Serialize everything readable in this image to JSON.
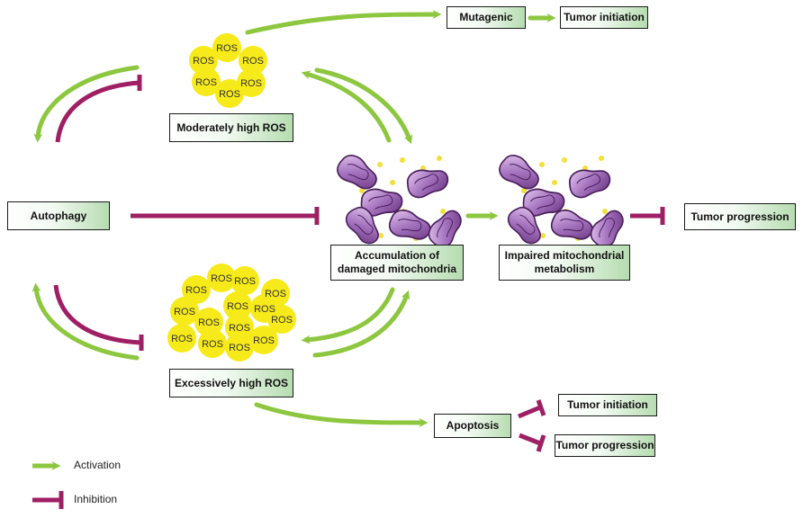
{
  "colors": {
    "activation": "#8dc63f",
    "inhibition": "#9e1f63",
    "ros": "#f7ea1a",
    "mito_dark": "#5b2a6e",
    "mito_light": "#c49bd6",
    "box_gradient_end": "#b6dcb0"
  },
  "ros_label": "ROS",
  "boxes": {
    "mutagenic": "Mutagenic",
    "tumor_initiation_top": "Tumor initiation",
    "moderately_high_ros": "Moderately high ROS",
    "autophagy": "Autophagy",
    "accumulation": "Accumulation of\ndamaged mitochondria",
    "impaired": "Impaired mitochondrial\nmetabolism",
    "tumor_progression_right": "Tumor progression",
    "excessively_high_ros": "Excessively high ROS",
    "apoptosis": "Apoptosis",
    "tumor_initiation_bottom": "Tumor initiation",
    "tumor_progression_bottom": "Tumor progression"
  },
  "legend": {
    "activation": "Activation",
    "inhibition": "Inhibition"
  }
}
